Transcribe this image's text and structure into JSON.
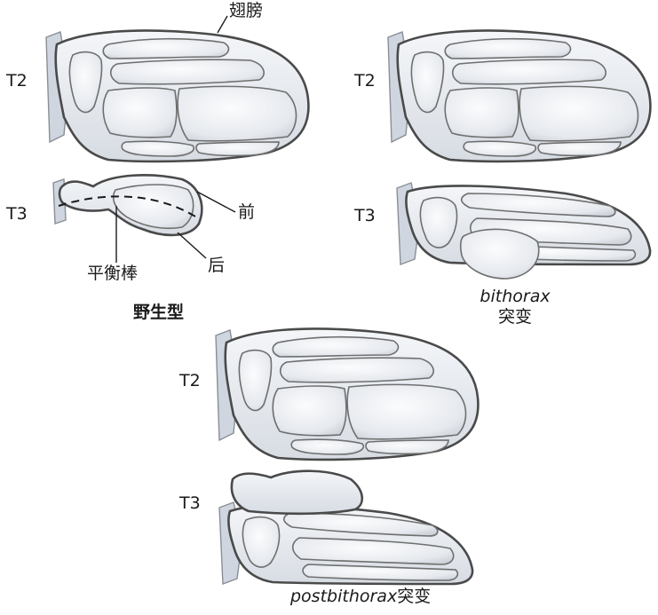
{
  "figure": {
    "wildtype": {
      "t2": "T2",
      "t3": "T3",
      "wing_label": "翅膀",
      "front_label": "前",
      "back_label": "后",
      "haltere_label": "平衡棒",
      "caption": "野生型"
    },
    "bithorax": {
      "t2": "T2",
      "t3": "T3",
      "caption_italic": "bithorax",
      "caption_cn": "突变"
    },
    "postbithorax": {
      "t2": "T2",
      "t3": "T3",
      "caption_italic": "postbithorax",
      "caption_cn": "突变"
    }
  },
  "colors": {
    "wing_outline": "#4a4a4a",
    "wing_fill": "#e8ebf0",
    "stem": "#cfd6df"
  }
}
